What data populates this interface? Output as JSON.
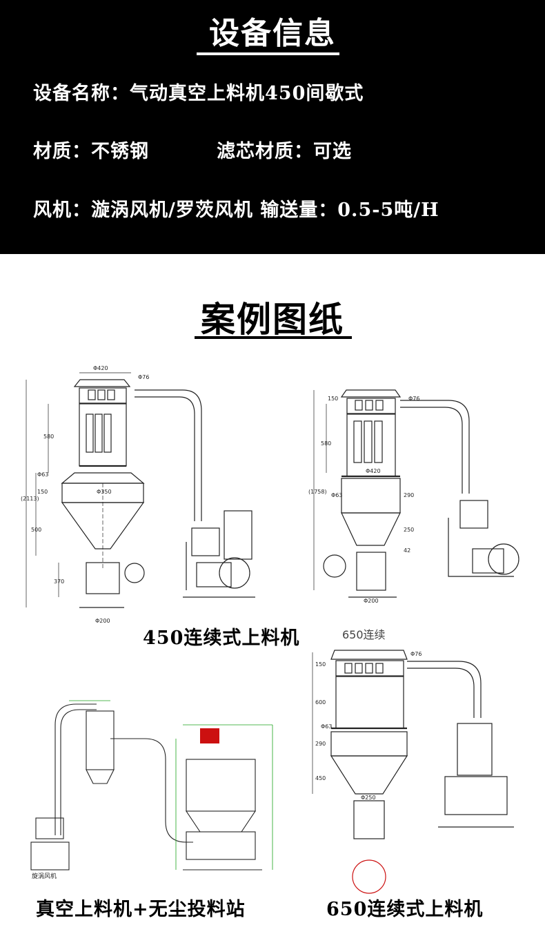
{
  "info": {
    "title": "设备信息",
    "name_line": "设备名称：气动真空上料机450间歇式",
    "material_label": "材质：不锈钢",
    "filter_label": "滤芯材质：可选",
    "fan_line": "风机：漩涡风机/罗茨风机 输送量：0.5-5吨/H"
  },
  "cases": {
    "title": "案例图纸",
    "drawing_450_caption": "450连续式上料机",
    "drawing_650_note": "650连续",
    "vacuum_station_caption": "真空上料机+无尘投料站",
    "drawing_650_caption": "650连续式上料机",
    "fan_note": "旋涡风机"
  },
  "dims": {
    "d420_a": "Φ420",
    "d76_a": "Φ76",
    "d580_a": "580",
    "d63_a": "Φ63",
    "total_a": "(2113)",
    "d150_a": "150",
    "d350": "Φ350",
    "d500": "500",
    "d370": "370",
    "d200_a": "Φ200",
    "d150_b": "150",
    "d76_b": "Φ76",
    "d580_b": "580",
    "total_b": "(1758)",
    "d420_b": "Φ420",
    "d63_b": "Φ63",
    "d290_b": "290",
    "d250_b": "250",
    "d42_b": "42",
    "d200_b": "Φ200",
    "d150_c": "150",
    "d76_c": "Φ76",
    "d600_c": "600",
    "d63_c": "Φ63",
    "d290_c": "290",
    "d450_c": "450",
    "d250_c": "Φ250"
  }
}
